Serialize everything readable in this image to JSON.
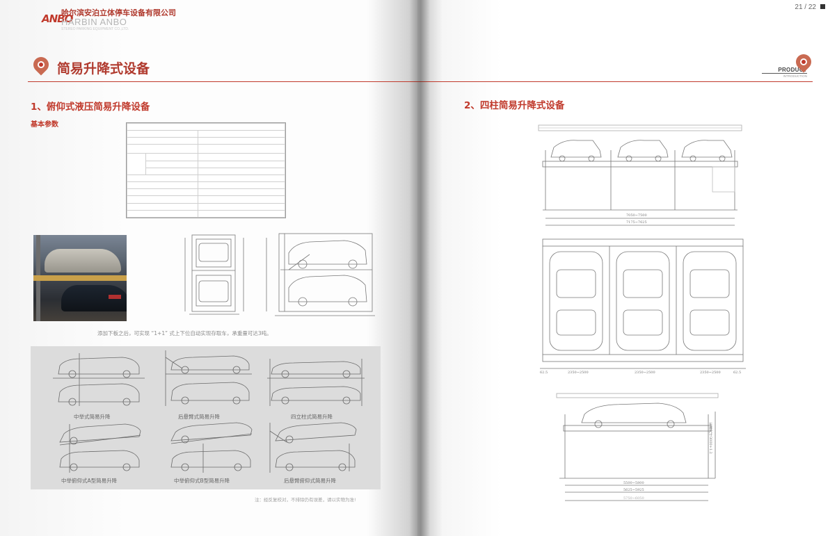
{
  "company": {
    "name_cn": "哈尔滨安泊立体停车设备有限公司",
    "name_en": "HARBIN ANBO",
    "name_en_small": "STEREO PARKING EQUIPMENT CO.,LTD.",
    "logo_text": "ANBO"
  },
  "left_page": {
    "section_title": "简易升降式设备",
    "item1_title": "1、俯仰式液压简易升降设备",
    "basic_params": "基本参数",
    "caption": "添加下板之后，可实现 “1+1” 式上下位自动实现存取车，承重量可达3吨。",
    "variants": [
      "中举式简易升降",
      "后悬臂式简易升降",
      "四立柱式简易升降",
      "中举俯仰式A型简易升降",
      "中举俯仰式B型简易升降",
      "后悬臂俯仰式简易升降"
    ],
    "note": "注：经反复校对，不排除仍有误差，请以实物为准!"
  },
  "right_page": {
    "page_number": "21  /  22",
    "product_label": "PRODUCT",
    "product_sub": "INTRODUCTION",
    "item2_title": "2、四柱简易升降式设备",
    "dims_front": [
      "7050~7500",
      "7175~7625"
    ],
    "dims_plan": [
      "62.5",
      "2350~2500",
      "2350~2500",
      "2350~2500",
      "62.5"
    ],
    "dims_side": [
      "5500~5800",
      "5625~5925",
      "5750~6050"
    ],
    "dim_vertical": "车库尺寸3000+1.2"
  },
  "colors": {
    "accent": "#c0392b",
    "pin": "#c96a52",
    "text_gray": "#8a8a8a"
  },
  "icons": [
    "location-pin-icon",
    "location-pin-icon"
  ]
}
